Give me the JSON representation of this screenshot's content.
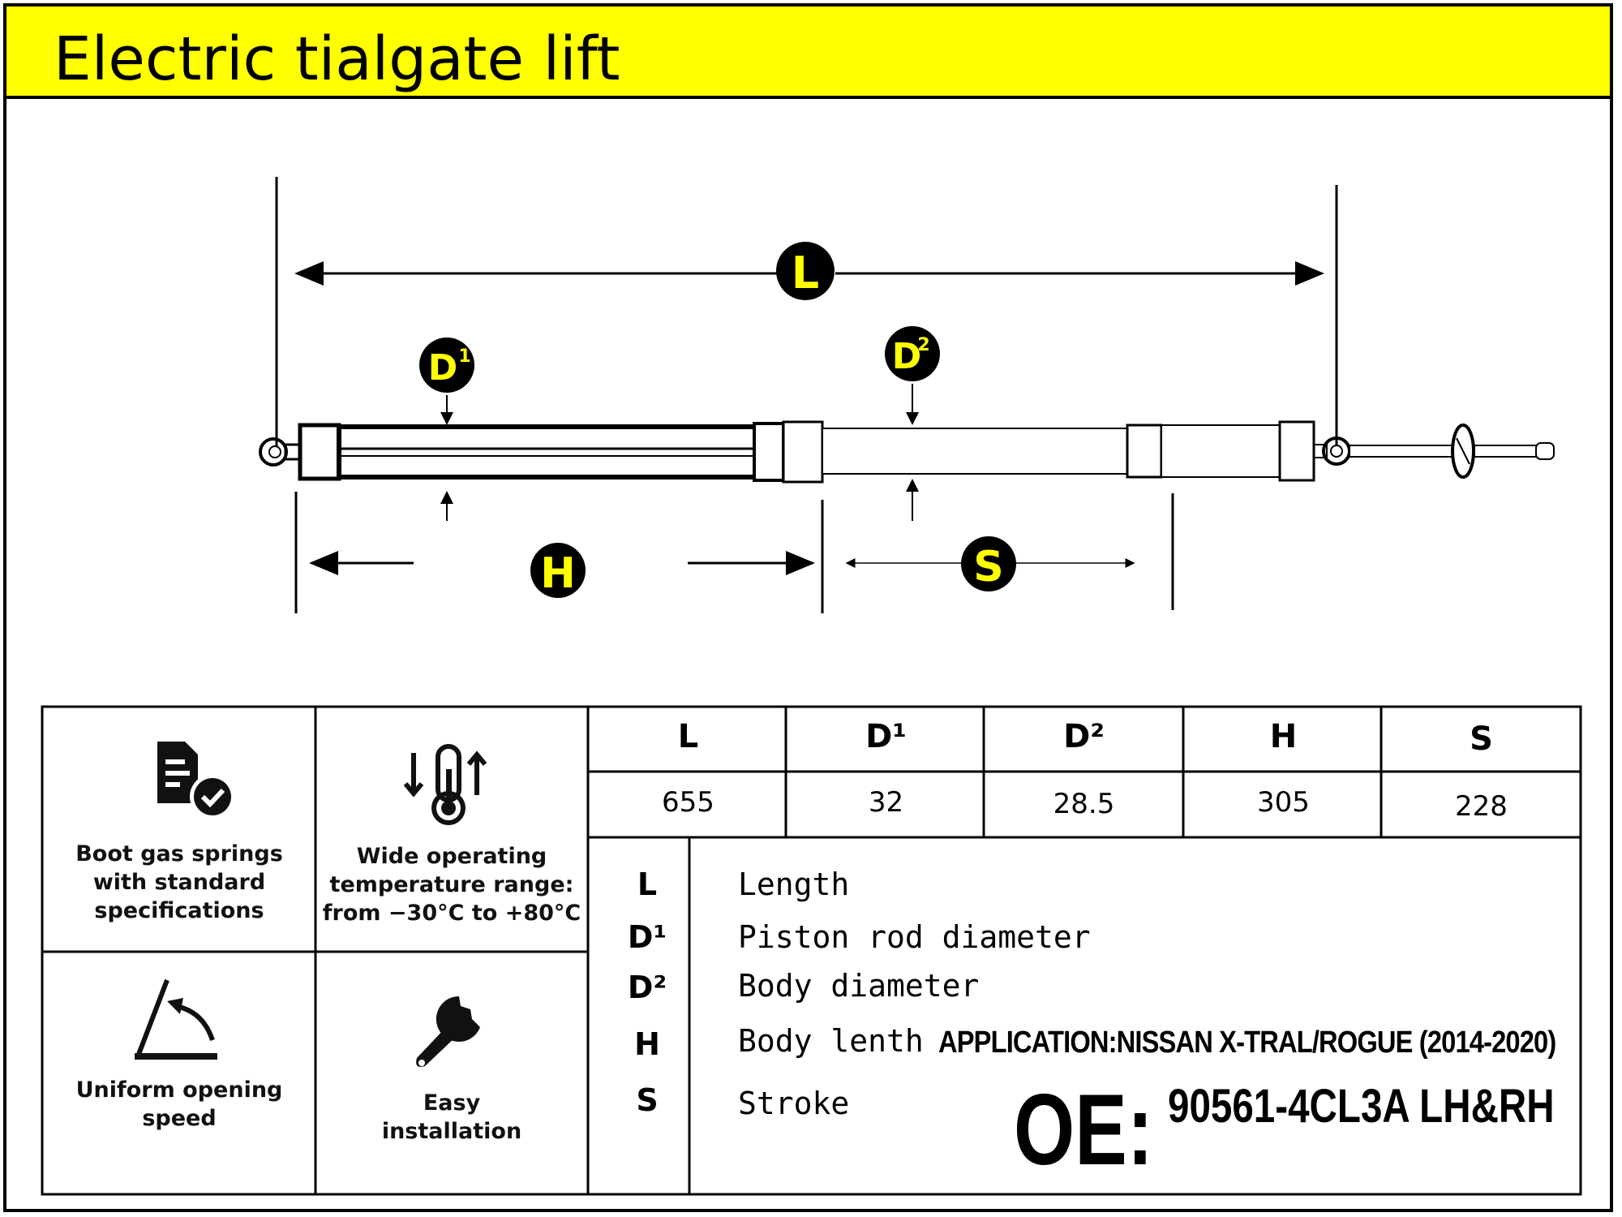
{
  "title": "Electric tialgate lift",
  "colors": {
    "accent": "#ffff00",
    "ink": "#000000"
  },
  "diagram": {
    "labels": {
      "L": "L",
      "D1": "D",
      "D1_sup": "1",
      "D2": "D",
      "D2_sup": "2",
      "H": "H",
      "S": "S"
    }
  },
  "features": [
    {
      "icon": "document-check-icon",
      "text": "Boot gas springs\nwith standard\nspecifications"
    },
    {
      "icon": "thermometer-arrows-icon",
      "text": "Wide operating\ntemperature range:\nfrom −30°C to +80°C"
    },
    {
      "icon": "opening-angle-icon",
      "text": "Uniform opening\nspeed"
    },
    {
      "icon": "wrench-icon",
      "text": "Easy\ninstallation"
    }
  ],
  "specs": {
    "headers": [
      "L",
      "D¹",
      "D²",
      "H",
      "S"
    ],
    "values": [
      "655",
      "32",
      "28.5",
      "305",
      "228"
    ]
  },
  "legend": [
    {
      "symbol": "L",
      "description": "Length"
    },
    {
      "symbol": "D¹",
      "description": "Piston rod diameter"
    },
    {
      "symbol": "D²",
      "description": "Body diameter"
    },
    {
      "symbol": "H",
      "description": "Body lenth"
    },
    {
      "symbol": "S",
      "description": "Stroke"
    }
  ],
  "application": "APPLICATION:NISSAN X-TRAL/ROGUE (2014-2020)",
  "oe": {
    "label": "OE:",
    "number": "90561-4CL3A  LH&RH"
  }
}
